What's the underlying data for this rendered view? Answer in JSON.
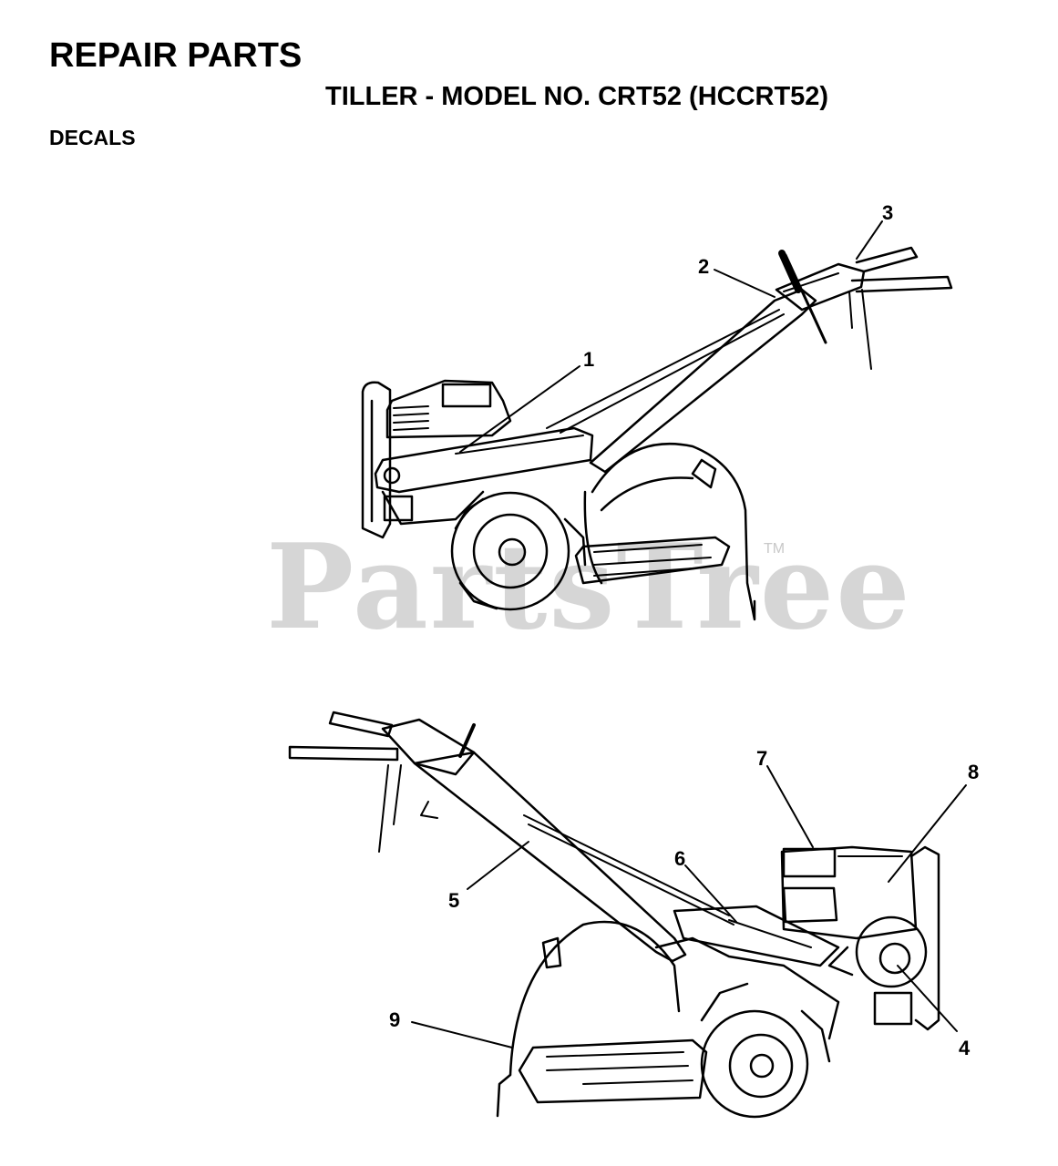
{
  "header": {
    "title": "REPAIR PARTS",
    "subtitle": "TILLER - MODEL NO. CRT52 (HCCRT52)",
    "section": "DECALS"
  },
  "watermark": {
    "text": "PartsTree",
    "trademark": "TM"
  },
  "callouts": [
    {
      "id": "1",
      "label": "1"
    },
    {
      "id": "2",
      "label": "2"
    },
    {
      "id": "3",
      "label": "3"
    },
    {
      "id": "4",
      "label": "4"
    },
    {
      "id": "5",
      "label": "5"
    },
    {
      "id": "6",
      "label": "6"
    },
    {
      "id": "7",
      "label": "7"
    },
    {
      "id": "8",
      "label": "8"
    },
    {
      "id": "9",
      "label": "9"
    }
  ]
}
